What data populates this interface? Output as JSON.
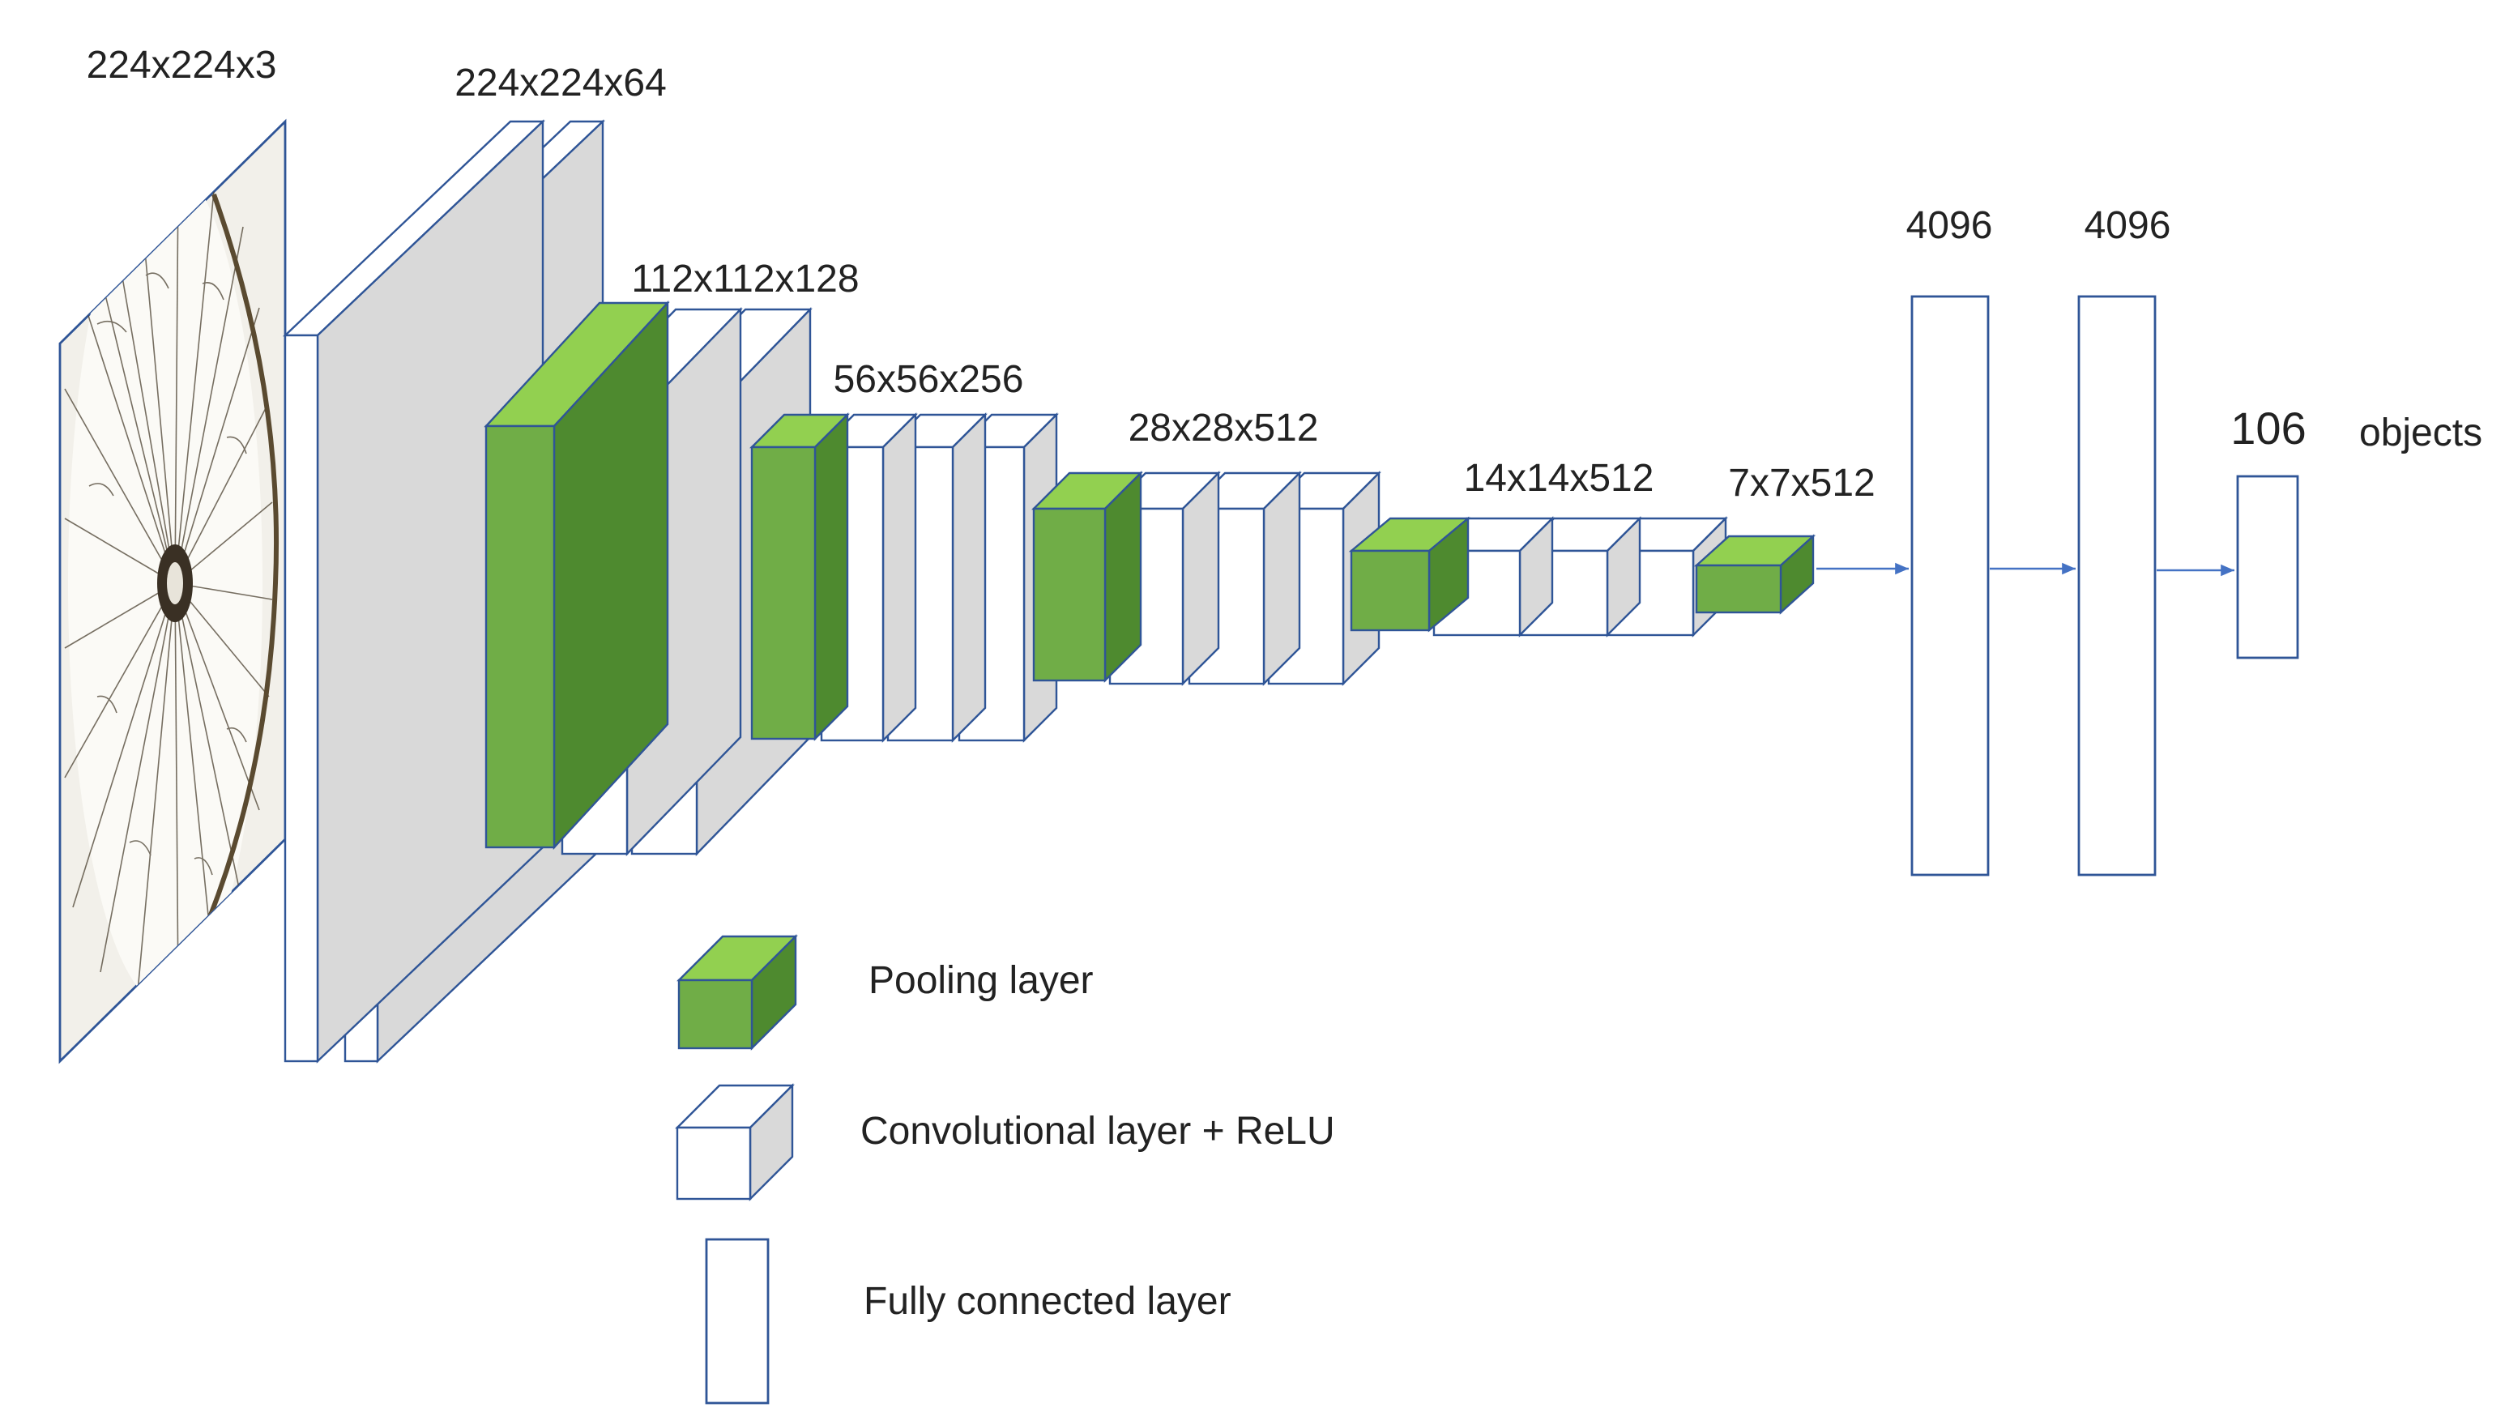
{
  "colors": {
    "pool_front": "#70ad47",
    "pool_top": "#92d050",
    "pool_side": "#4e8a2f",
    "conv_front": "#ffffff",
    "conv_side": "#d9d9d9",
    "outline": "#2f5597",
    "arrow": "#4472c4",
    "text": "#222222"
  },
  "input": {
    "label": "224x224x3",
    "image_icon": "radial-specimen-image"
  },
  "blocks": [
    {
      "label": "224x224x64"
    },
    {
      "label": "112x112x128"
    },
    {
      "label": "56x56x256"
    },
    {
      "label": "28x28x512"
    },
    {
      "label": "14x14x512"
    },
    {
      "label": "7x7x512"
    }
  ],
  "fully_connected": [
    {
      "label": "4096"
    },
    {
      "label": "4096"
    },
    {
      "label": "106"
    }
  ],
  "output_label": "objects",
  "legend": {
    "pooling": "Pooling layer",
    "conv": "Convolutional layer + ReLU",
    "fc": "Fully connected layer"
  }
}
